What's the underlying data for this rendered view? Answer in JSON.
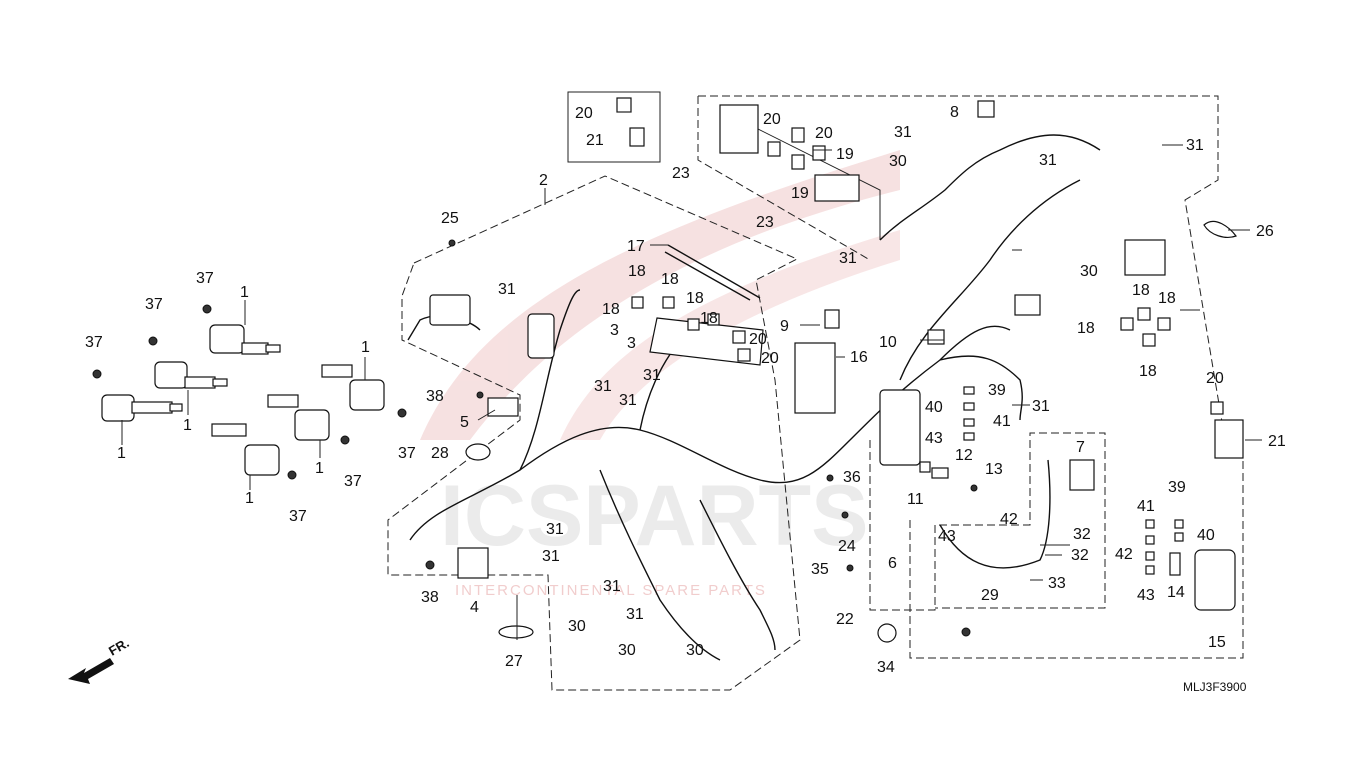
{
  "diagram": {
    "ref_code": "MLJ3F3900",
    "direction_label": "FR.",
    "watermark_main": "ICSPARTS",
    "watermark_sub": "INTERCONTINENTAL SPARE PARTS",
    "callouts": [
      {
        "id": "c1",
        "text": "1"
      },
      {
        "id": "c2",
        "text": "1"
      },
      {
        "id": "c3",
        "text": "1"
      },
      {
        "id": "c4",
        "text": "1"
      },
      {
        "id": "c5",
        "text": "1"
      },
      {
        "id": "c6",
        "text": "1"
      },
      {
        "id": "c7",
        "text": "2"
      },
      {
        "id": "c8",
        "text": "3"
      },
      {
        "id": "c9",
        "text": "3"
      },
      {
        "id": "c10",
        "text": "4"
      },
      {
        "id": "c11",
        "text": "5"
      },
      {
        "id": "c12",
        "text": "6"
      },
      {
        "id": "c13",
        "text": "7"
      },
      {
        "id": "c14",
        "text": "8"
      },
      {
        "id": "c15",
        "text": "9"
      },
      {
        "id": "c16",
        "text": "10"
      },
      {
        "id": "c17",
        "text": "11"
      },
      {
        "id": "c18",
        "text": "12"
      },
      {
        "id": "c19",
        "text": "13"
      },
      {
        "id": "c20",
        "text": "14"
      },
      {
        "id": "c21",
        "text": "15"
      },
      {
        "id": "c22",
        "text": "16"
      },
      {
        "id": "c23",
        "text": "17"
      },
      {
        "id": "c24",
        "text": "18"
      },
      {
        "id": "c25",
        "text": "18"
      },
      {
        "id": "c26",
        "text": "18"
      },
      {
        "id": "c27",
        "text": "18"
      },
      {
        "id": "c28",
        "text": "18"
      },
      {
        "id": "c29",
        "text": "18"
      },
      {
        "id": "c30",
        "text": "18"
      },
      {
        "id": "c31",
        "text": "18"
      },
      {
        "id": "c32",
        "text": "18"
      },
      {
        "id": "c33",
        "text": "19"
      },
      {
        "id": "c34",
        "text": "19"
      },
      {
        "id": "c35",
        "text": "20"
      },
      {
        "id": "c36",
        "text": "20"
      },
      {
        "id": "c37",
        "text": "20"
      },
      {
        "id": "c38",
        "text": "20"
      },
      {
        "id": "c39",
        "text": "20"
      },
      {
        "id": "c40",
        "text": "20"
      },
      {
        "id": "c41",
        "text": "21"
      },
      {
        "id": "c42",
        "text": "21"
      },
      {
        "id": "c43",
        "text": "22"
      },
      {
        "id": "c44",
        "text": "23"
      },
      {
        "id": "c45",
        "text": "23"
      },
      {
        "id": "c46",
        "text": "24"
      },
      {
        "id": "c47",
        "text": "25"
      },
      {
        "id": "c48",
        "text": "26"
      },
      {
        "id": "c49",
        "text": "27"
      },
      {
        "id": "c50",
        "text": "28"
      },
      {
        "id": "c51",
        "text": "29"
      },
      {
        "id": "c52",
        "text": "30"
      },
      {
        "id": "c53",
        "text": "30"
      },
      {
        "id": "c54",
        "text": "30"
      },
      {
        "id": "c55",
        "text": "30"
      },
      {
        "id": "c56",
        "text": "30"
      },
      {
        "id": "c57",
        "text": "30"
      },
      {
        "id": "c58",
        "text": "31"
      },
      {
        "id": "c59",
        "text": "31"
      },
      {
        "id": "c60",
        "text": "31"
      },
      {
        "id": "c61",
        "text": "31"
      },
      {
        "id": "c62",
        "text": "31"
      },
      {
        "id": "c63",
        "text": "31"
      },
      {
        "id": "c64",
        "text": "31"
      },
      {
        "id": "c65",
        "text": "31"
      },
      {
        "id": "c66",
        "text": "31"
      },
      {
        "id": "c67",
        "text": "31"
      },
      {
        "id": "c68",
        "text": "31"
      },
      {
        "id": "c69",
        "text": "31"
      },
      {
        "id": "c70",
        "text": "31"
      },
      {
        "id": "c71",
        "text": "31"
      },
      {
        "id": "c72",
        "text": "32"
      },
      {
        "id": "c73",
        "text": "32"
      },
      {
        "id": "c74",
        "text": "33"
      },
      {
        "id": "c75",
        "text": "34"
      },
      {
        "id": "c76",
        "text": "35"
      },
      {
        "id": "c77",
        "text": "36"
      },
      {
        "id": "c78",
        "text": "37"
      },
      {
        "id": "c79",
        "text": "37"
      },
      {
        "id": "c80",
        "text": "37"
      },
      {
        "id": "c81",
        "text": "37"
      },
      {
        "id": "c82",
        "text": "37"
      },
      {
        "id": "c83",
        "text": "37"
      },
      {
        "id": "c84",
        "text": "38"
      },
      {
        "id": "c85",
        "text": "38"
      },
      {
        "id": "c86",
        "text": "39"
      },
      {
        "id": "c87",
        "text": "39"
      },
      {
        "id": "c88",
        "text": "40"
      },
      {
        "id": "c89",
        "text": "40"
      },
      {
        "id": "c90",
        "text": "41"
      },
      {
        "id": "c91",
        "text": "41"
      },
      {
        "id": "c92",
        "text": "42"
      },
      {
        "id": "c93",
        "text": "42"
      },
      {
        "id": "c94",
        "text": "43"
      },
      {
        "id": "c95",
        "text": "43"
      },
      {
        "id": "c96",
        "text": "43"
      }
    ]
  }
}
